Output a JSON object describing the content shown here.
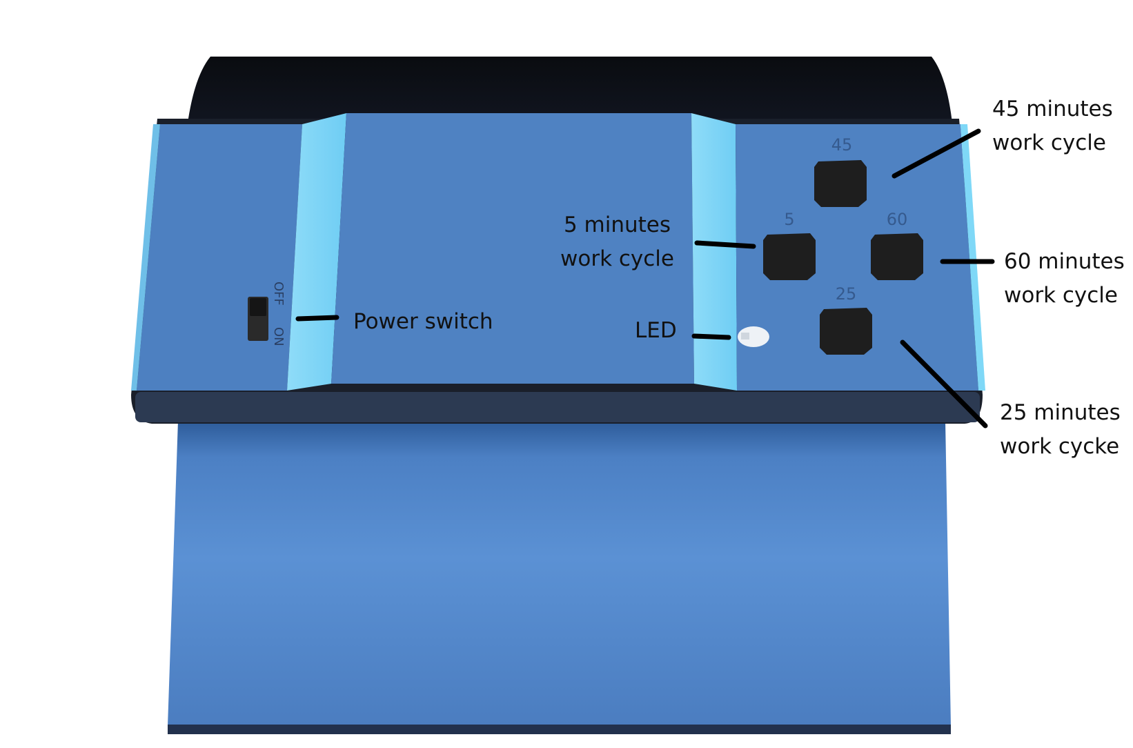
{
  "colors": {
    "panel_blue": "#4f82c2",
    "stand_blue": "#5a8fd2",
    "bezel_dark": "#1a1f2a",
    "highlight_cyan": "#7fd8f7",
    "button_black": "#1e1e1e",
    "led_white": "#eef2f6",
    "leader_line": "#000000"
  },
  "switch": {
    "on_label": "ON",
    "off_label": "OFF"
  },
  "buttons": [
    {
      "id": "btn-45",
      "engraving": "45",
      "icon": "square-push-button"
    },
    {
      "id": "btn-5",
      "engraving": "5",
      "icon": "square-push-button"
    },
    {
      "id": "btn-60",
      "engraving": "60",
      "icon": "square-push-button"
    },
    {
      "id": "btn-25",
      "engraving": "25",
      "icon": "square-push-button"
    }
  ],
  "labels": {
    "button_45": {
      "line1": "45 minutes",
      "line2": "work cycle"
    },
    "button_5": {
      "line1": "5 minutes",
      "line2": "work cycle"
    },
    "button_60": {
      "line1": "60 minutes",
      "line2": "work cycle"
    },
    "button_25": {
      "line1": "25 minutes",
      "line2": "work cycke"
    },
    "power_switch": "Power switch",
    "led": "LED"
  }
}
